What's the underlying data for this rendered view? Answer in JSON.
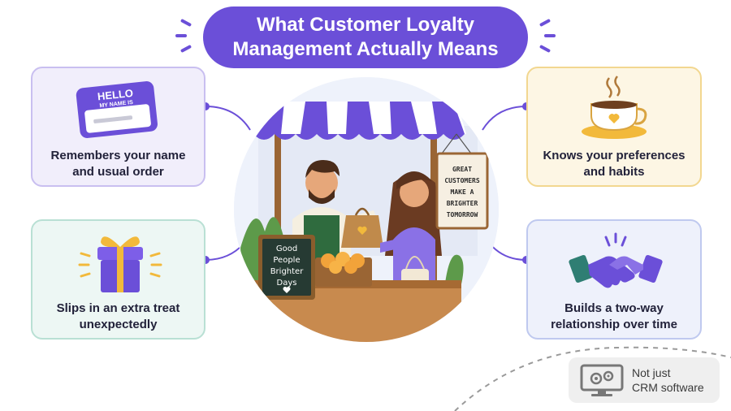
{
  "title": {
    "line1": "What Customer Loyalty",
    "line2": "Management Actually Means"
  },
  "cards": {
    "name": {
      "line1": "Remembers your name",
      "line2": "and usual order",
      "badge_hello": "HELLO",
      "badge_sub": "MY NAME IS",
      "icon": "name-tag-icon"
    },
    "prefs": {
      "line1": "Knows your preferences",
      "line2": "and habits",
      "icon": "coffee-cup-icon"
    },
    "treat": {
      "line1": "Slips in an extra treat",
      "line2": "unexpectedly",
      "icon": "gift-icon"
    },
    "relationship": {
      "line1": "Builds a two-way",
      "line2": "relationship over time",
      "icon": "handshake-icon"
    }
  },
  "scene": {
    "chalkboard": [
      "Good",
      "People",
      "Brighter",
      "Days"
    ],
    "hanging_sign": [
      "GREAT",
      "CUSTOMERS",
      "MAKE A",
      "BRIGHTER",
      "TOMORROW"
    ]
  },
  "crm_badge": {
    "line1": "Not just",
    "line2": "CRM software",
    "icon": "monitor-gears-icon"
  },
  "colors": {
    "accent": "#6b4fd8",
    "gold": "#f2b93b",
    "teal": "#2f7e73"
  }
}
